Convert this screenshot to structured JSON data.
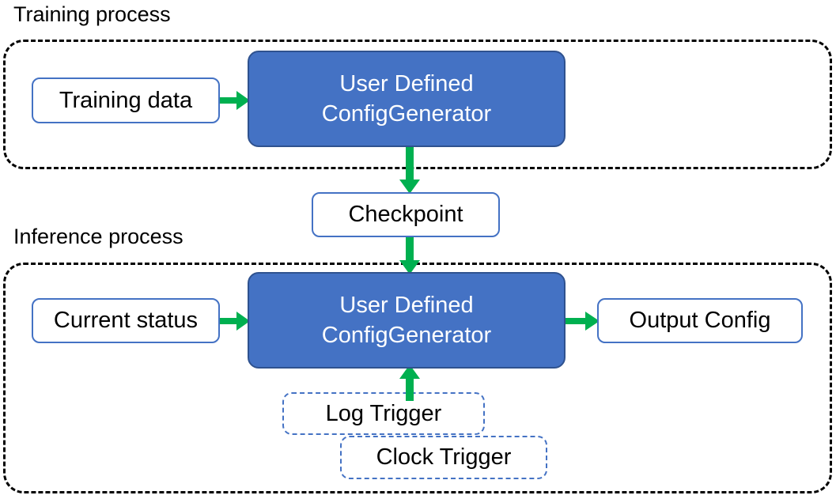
{
  "diagram": {
    "title_training": "Training process",
    "title_inference": "Inference process"
  },
  "nodes": {
    "training_data": "Training data",
    "generator_training": {
      "line1": "User Defined",
      "line2": "ConfigGenerator"
    },
    "checkpoint": "Checkpoint",
    "current_status": "Current status",
    "generator_inference": {
      "line1": "User Defined",
      "line2": "ConfigGenerator"
    },
    "output_config": "Output Config",
    "log_trigger": "Log Trigger",
    "clock_trigger": "Clock Trigger"
  },
  "colors": {
    "node_blue_fill": "#4472C4",
    "node_blue_border": "#2F528F",
    "node_outline_blue": "#4472C4",
    "arrow_green": "#00B050",
    "container_dash": "#000000",
    "text_dark": "#000000",
    "text_light": "#FFFFFF"
  },
  "connections": [
    {
      "name": "training-data-to-generator",
      "from": "training_data",
      "to": "generator_training",
      "direction": "right"
    },
    {
      "name": "generator-training-to-checkpoint",
      "from": "generator_training",
      "to": "checkpoint",
      "direction": "down"
    },
    {
      "name": "checkpoint-to-generator-inference",
      "from": "checkpoint",
      "to": "generator_inference",
      "direction": "down"
    },
    {
      "name": "current-status-to-generator",
      "from": "current_status",
      "to": "generator_inference",
      "direction": "right"
    },
    {
      "name": "generator-inference-to-output",
      "from": "generator_inference",
      "to": "output_config",
      "direction": "right"
    },
    {
      "name": "triggers-to-generator-inference",
      "from": "log_trigger",
      "to": "generator_inference",
      "direction": "up"
    }
  ]
}
